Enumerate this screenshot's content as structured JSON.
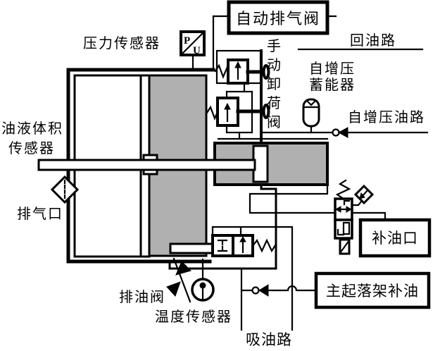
{
  "colors": {
    "line": "#000000",
    "piston_gray": "#b0b0b0",
    "background": "#ffffff"
  },
  "labels": {
    "pressure_sensor": "压力传感器",
    "auto_exhaust_valve": "自动排气阀",
    "return_line": "回油路",
    "manual_unload_valve_chars": [
      "手",
      "动",
      "卸",
      "荷",
      "阀"
    ],
    "accumulator_lines": [
      "自增压",
      "蓄能器"
    ],
    "boost_oil_line": "自增压油路",
    "oil_volume_sensor_lines": [
      "油液体积",
      "传感器"
    ],
    "exhaust_port": "排气口",
    "fill_port": "补油口",
    "main_gear_fill": "主起落架补油",
    "drain_valve": "排油阀",
    "temperature_sensor": "温度传感器",
    "suction_line": "吸油路",
    "pu_sensor": {
      "p": "P",
      "u": "U"
    }
  }
}
